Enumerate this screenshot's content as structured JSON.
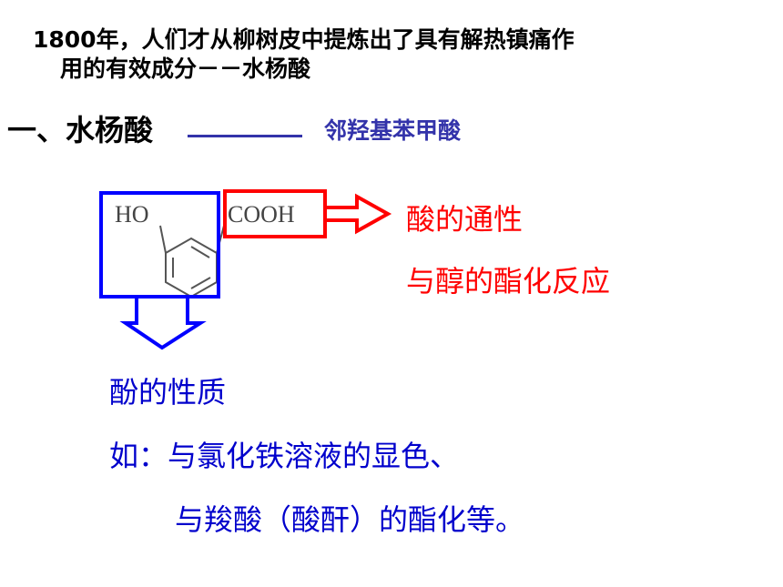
{
  "intro": {
    "line1": "1800年，人们才从柳树皮中提炼出了具有解热镇痛作",
    "line2": "用的有效成分－－水杨酸"
  },
  "heading": "一、水杨酸",
  "synonym": "邻羟基苯甲酸",
  "structure": {
    "ho_label": "HO",
    "cooh_label": "COOH"
  },
  "carboxyl": {
    "prop1": "酸的通性",
    "prop2": "与醇的酯化反应"
  },
  "phenol": {
    "title": "酚的性质",
    "example1": "如：与氯化铁溶液的显色、",
    "example2": "与羧酸（酸酐）的酯化等。"
  },
  "colors": {
    "red": "#ff0000",
    "blue": "#0000cc",
    "heading_blue": "#3333aa"
  }
}
